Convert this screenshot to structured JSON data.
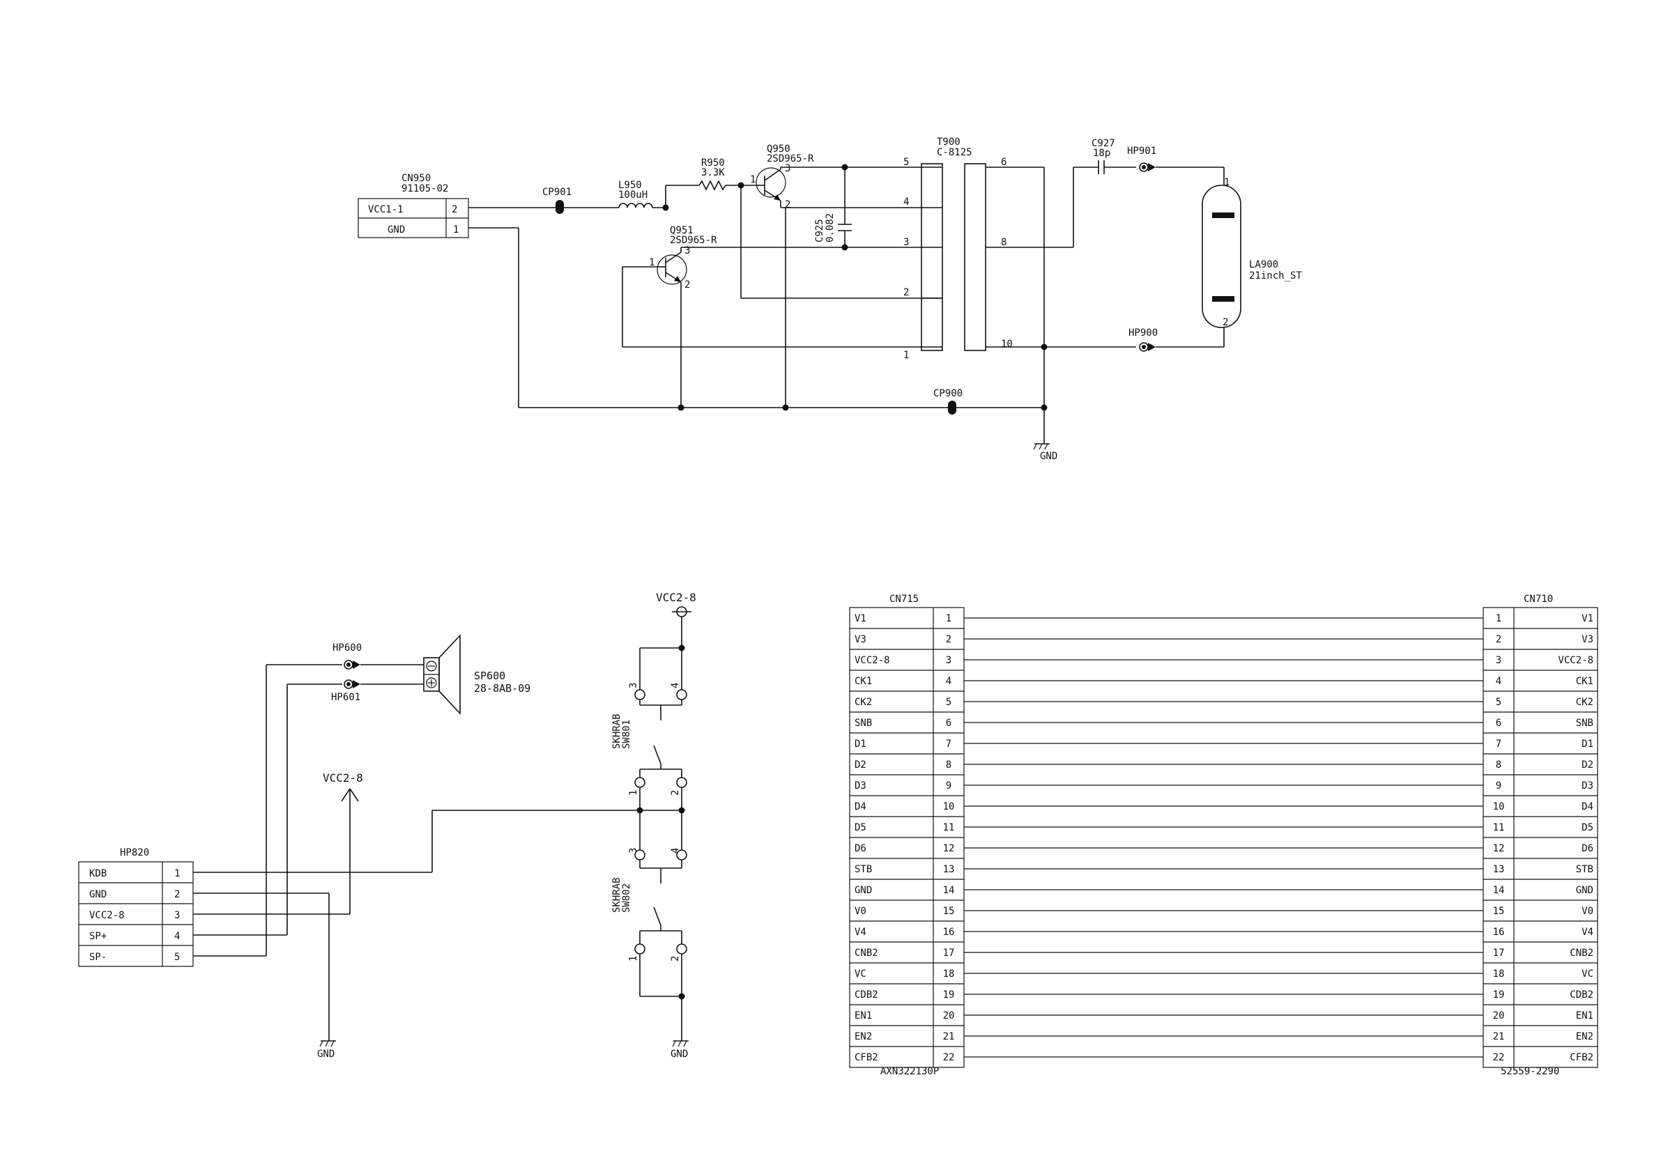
{
  "colors": {
    "ink": "#111111",
    "background": "#ffffff"
  },
  "top": {
    "cn950": {
      "ref": "CN950",
      "part": "91105-02",
      "rows": [
        {
          "name": "VCC1-1",
          "pin": "2"
        },
        {
          "name": "GND",
          "pin": "1"
        }
      ]
    },
    "cp901": "CP901",
    "l950": {
      "ref": "L950",
      "value": "100uH"
    },
    "r950": {
      "ref": "R950",
      "value": "3.3K"
    },
    "q950": {
      "ref": "Q950",
      "part": "2SD965-R",
      "pin_b": "1",
      "pin_c": "3",
      "pin_e": "2"
    },
    "q951": {
      "ref": "Q951",
      "part": "2SD965-R",
      "pin_b": "1",
      "pin_c": "3",
      "pin_e": "2"
    },
    "c925": {
      "ref": "C925",
      "value": "0.082"
    },
    "t900": {
      "ref": "T900",
      "part": "C-8125",
      "primary_pins": [
        "5",
        "4",
        "3",
        "2",
        "1"
      ],
      "secondary_pins": [
        "6",
        "8",
        "10"
      ]
    },
    "c927": {
      "ref": "C927",
      "value": "18p"
    },
    "hp901": "HP901",
    "hp900": "HP900",
    "la900": {
      "ref": "LA900",
      "value": "21inch_ST",
      "pin_top": "1",
      "pin_bottom": "2"
    },
    "cp900": "CP900",
    "gnd": "GND"
  },
  "bottom_left": {
    "hp600": "HP600",
    "hp601": "HP601",
    "sp600": {
      "ref": "SP600",
      "part": "28-8AB-09"
    },
    "vcc_arrow": "VCC2-8",
    "vcc_rail": "VCC2-8",
    "hp820": {
      "ref": "HP820",
      "rows": [
        {
          "name": "KDB",
          "pin": "1"
        },
        {
          "name": "GND",
          "pin": "2"
        },
        {
          "name": "VCC2-8",
          "pin": "3"
        },
        {
          "name": "SP+",
          "pin": "4"
        },
        {
          "name": "SP-",
          "pin": "5"
        }
      ]
    },
    "sw801": {
      "ref": "SW801",
      "part": "SKHRAB",
      "pins": [
        "3",
        "4",
        "1",
        "2"
      ]
    },
    "sw802": {
      "ref": "SW802",
      "part": "SKHRAB",
      "pins": [
        "3",
        "4",
        "1",
        "2"
      ]
    },
    "gnd_left": "GND",
    "gnd_right": "GND"
  },
  "ribbon": {
    "left": {
      "ref": "CN715",
      "part": "AXN322130P"
    },
    "right": {
      "ref": "CN710",
      "part": "52559-2290"
    },
    "signals": [
      "V1",
      "V3",
      "VCC2-8",
      "CK1",
      "CK2",
      "SNB",
      "D1",
      "D2",
      "D3",
      "D4",
      "D5",
      "D6",
      "STB",
      "GND",
      "V0",
      "V4",
      "CNB2",
      "VC",
      "CDB2",
      "EN1",
      "EN2",
      "CFB2"
    ],
    "pins": [
      "1",
      "2",
      "3",
      "4",
      "5",
      "6",
      "7",
      "8",
      "9",
      "10",
      "11",
      "12",
      "13",
      "14",
      "15",
      "16",
      "17",
      "18",
      "19",
      "20",
      "21",
      "22"
    ]
  }
}
